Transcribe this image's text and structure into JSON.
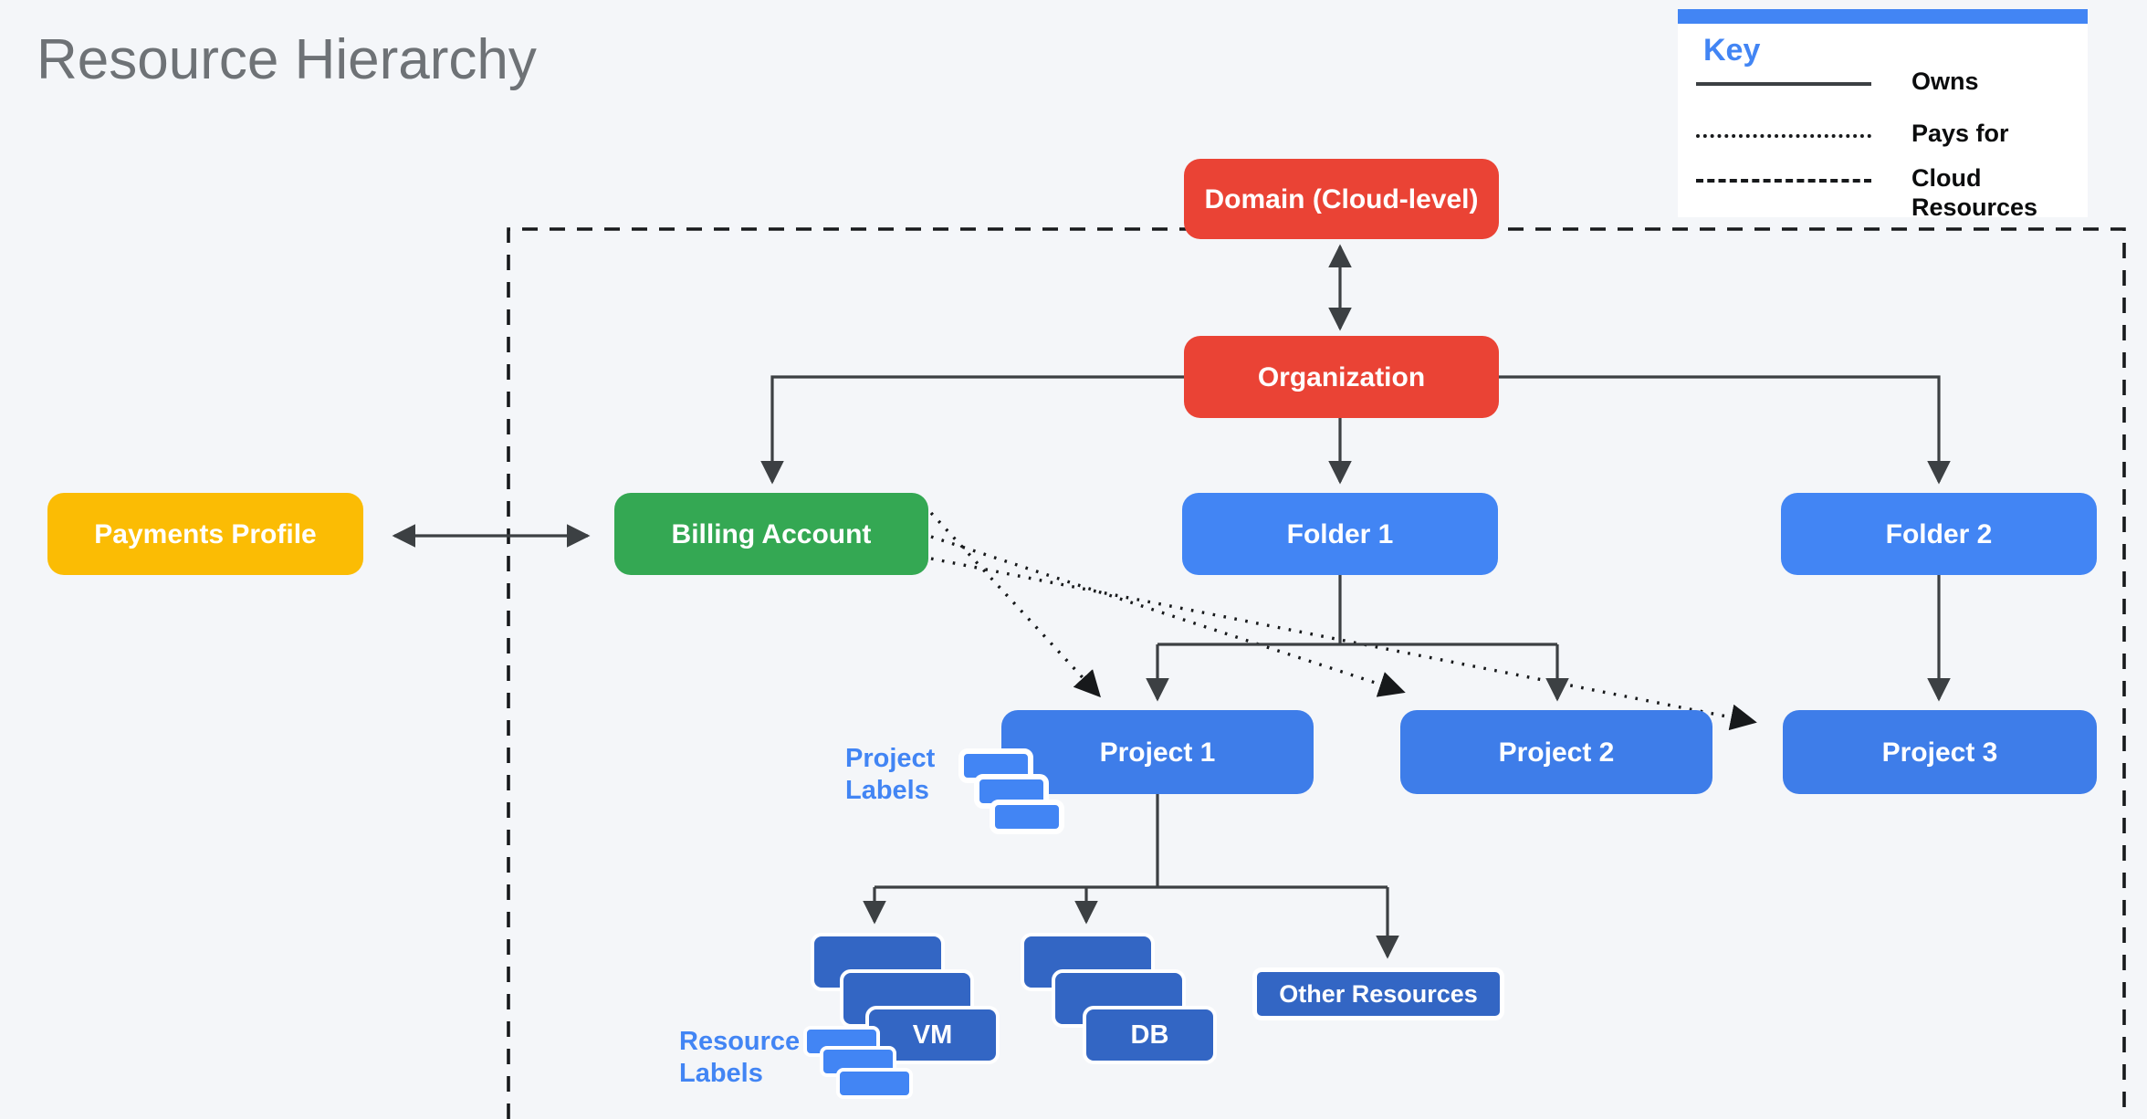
{
  "title": "Resource Hierarchy",
  "key": {
    "heading": "Key",
    "items": [
      {
        "label": "Owns",
        "line_style": "solid"
      },
      {
        "label": "Pays for",
        "line_style": "dotted"
      },
      {
        "label": "Cloud Resources",
        "line_style": "dashed"
      }
    ]
  },
  "nodes": {
    "domain": {
      "label": "Domain (Cloud-level)"
    },
    "organization": {
      "label": "Organization"
    },
    "payments_profile": {
      "label": "Payments Profile"
    },
    "billing_account": {
      "label": "Billing Account"
    },
    "folder1": {
      "label": "Folder 1"
    },
    "folder2": {
      "label": "Folder 2"
    },
    "project1": {
      "label": "Project 1"
    },
    "project2": {
      "label": "Project 2"
    },
    "project3": {
      "label": "Project 3"
    },
    "vm": {
      "label": "VM"
    },
    "db": {
      "label": "DB"
    },
    "other_resources": {
      "label": "Other Resources"
    }
  },
  "annotations": {
    "project_labels": {
      "line1": "Project",
      "line2": "Labels"
    },
    "resource_labels": {
      "line1": "Resource",
      "line2": "Labels"
    }
  },
  "colors": {
    "background": "#F4F6F9",
    "red": "#EA4335",
    "yellow": "#FBBC04",
    "green": "#34A853",
    "folder_blue": "#4285F4",
    "project_blue": "#3E7DE9",
    "resource_blue": "#3366C4",
    "label_blue": "#4285F4",
    "title_gray": "#6E7276",
    "line_color": "#3C4043",
    "ink": "#17191B",
    "panel": "#FFFFFF"
  }
}
